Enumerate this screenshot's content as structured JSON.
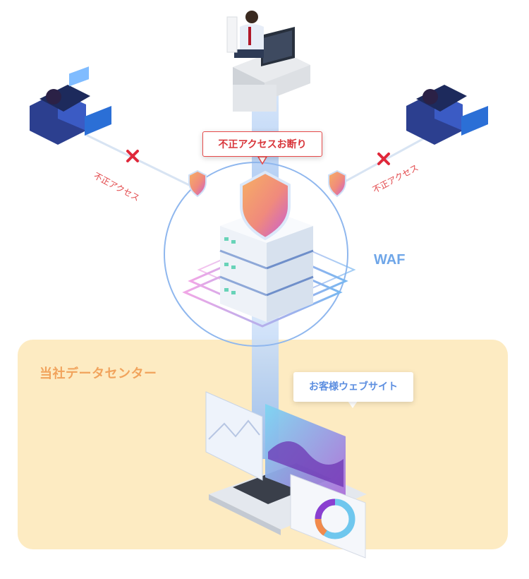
{
  "labels": {
    "deny_callout": "不正アクセスお断り",
    "illegal_access_left": "不正アクセス",
    "illegal_access_right": "不正アクセス",
    "waf": "WAF",
    "datacenter": "当社データセンター",
    "customer_site": "お客様ウェブサイト"
  },
  "colors": {
    "accent_red": "#e2474a",
    "waf_blue": "#6fa6e8",
    "datacenter_bg": "#fdebc2",
    "datacenter_text": "#f1a35c",
    "site_text": "#5c8ee0"
  },
  "icons": [
    "user-at-desk-illustration",
    "hacker-left-illustration",
    "hacker-right-illustration",
    "shield-icon",
    "server-illustration",
    "laptop-illustration",
    "block-x-icon"
  ]
}
